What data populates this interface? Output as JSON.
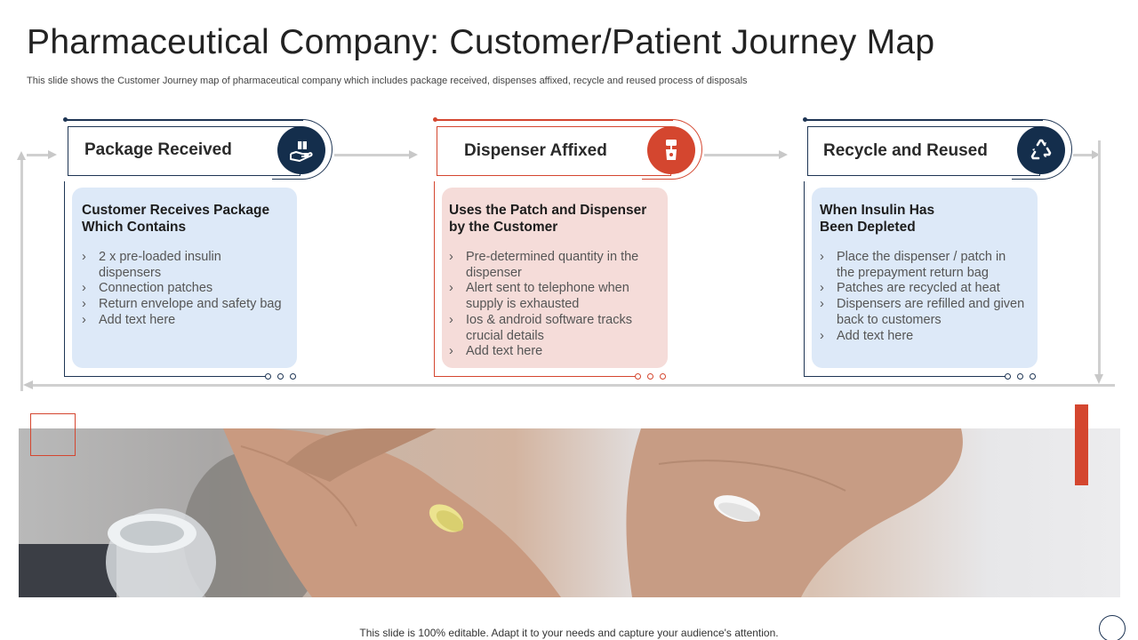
{
  "page": {
    "title": "Pharmaceutical Company: Customer/Patient Journey Map",
    "subtitle": "This slide shows the Customer Journey map of pharmaceutical company which includes package received, dispenses affixed, recycle and reused process of disposals",
    "footer": "This slide is 100% editable. Adapt it to your needs and capture your audience's attention."
  },
  "stages": [
    {
      "label": "Package Received",
      "icon": "hand-package-icon",
      "heading": "Customer Receives Package Which Contains",
      "bullets": [
        "2 x pre-loaded insulin dispensers",
        "Connection patches",
        "Return envelope and safety bag",
        "Add text here"
      ]
    },
    {
      "label": "Dispenser Affixed",
      "icon": "dispenser-icon",
      "heading": "Uses the Patch and Dispenser by the Customer",
      "bullets": [
        "Pre-determined quantity in the dispenser",
        "Alert sent to telephone when supply is exhausted",
        "Ios & android software tracks crucial details",
        "Add text here"
      ]
    },
    {
      "label": "Recycle and Reused",
      "icon": "recycle-icon",
      "heading": "When Insulin Has Been Depleted",
      "bullets": [
        "Place the dispenser / patch in the prepayment return bag",
        "Patches are recycled at heat",
        "Dispensers are refilled and given back to customers",
        "Add text here"
      ]
    }
  ],
  "colors": {
    "navy": "#142e4c",
    "accent_red": "#d4462f",
    "panel_blue": "#dde9f8",
    "panel_pink": "#f5dcd9"
  }
}
